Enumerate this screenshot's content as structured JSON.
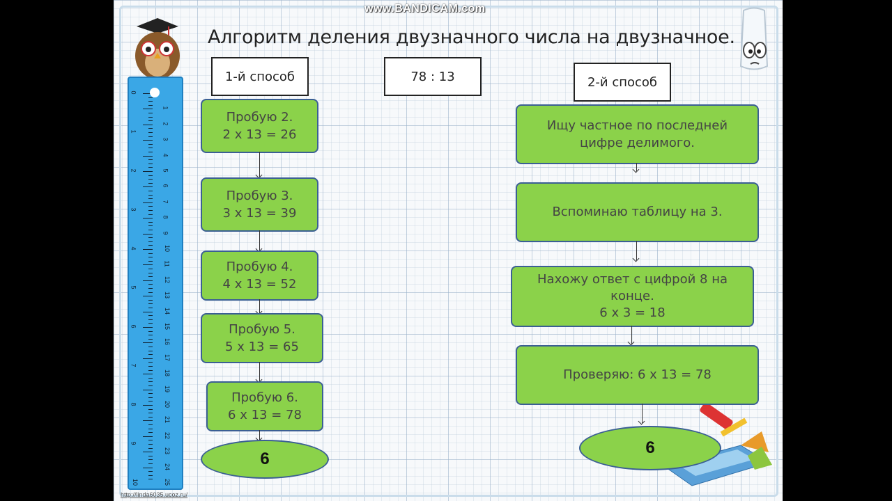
{
  "watermark": "www.BANDICAM.com",
  "title": "Алгоритм деления двузначного числа на двузначное.",
  "left": {
    "label": "1-й способ",
    "steps": [
      "Пробую 2.\n2 х 13 = 26",
      "Пробую 3.\n3 х 13 = 39",
      "Пробую 4.\n4 х 13 = 52",
      "Пробую 5.\n5 х 13 = 65",
      "Пробую 6.\n6 х 13 = 78"
    ],
    "result": "6"
  },
  "center": {
    "expression": "78 : 13"
  },
  "right": {
    "label": "2-й способ",
    "steps": [
      "Ищу частное по последней\nцифре делимого.",
      "Вспоминаю таблицу на 3.",
      "Нахожу ответ с цифрой 8 на\nконце.\n6 х 3 = 18",
      "Проверяю: 6 х 13 = 78"
    ],
    "result": "6"
  },
  "ruler": {
    "inch_labels": [
      "0",
      "1",
      "2",
      "3",
      "4",
      "5",
      "6",
      "7",
      "8",
      "9",
      "10"
    ],
    "cm_labels": [
      "1",
      "2",
      "3",
      "4",
      "5",
      "6",
      "7",
      "8",
      "9",
      "10",
      "11",
      "12",
      "13",
      "14",
      "15",
      "16",
      "17",
      "18",
      "19",
      "20",
      "21",
      "22",
      "23",
      "24",
      "25"
    ]
  },
  "footer": "http://linda6035.ucoz.ru/",
  "colors": {
    "box_fill": "#8bd24a",
    "box_border": "#3b5f94",
    "ruler": "#3aa7e6"
  },
  "icons": [
    "owl-mascot-icon",
    "cartoon-face-icon",
    "school-supplies-icon"
  ]
}
